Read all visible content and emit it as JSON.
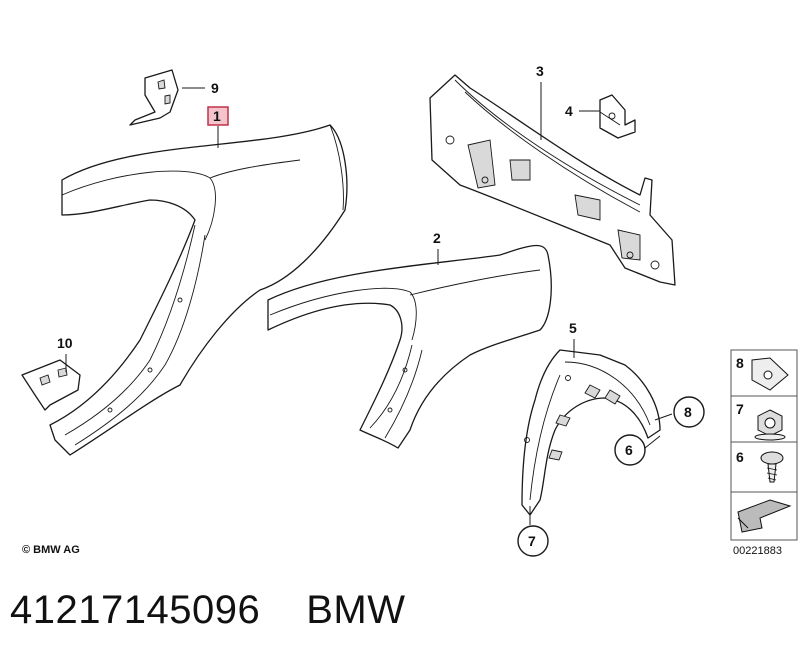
{
  "callouts": {
    "c1": "1",
    "c2": "2",
    "c3": "3",
    "c4": "4",
    "c5": "5",
    "c6": "6",
    "c7": "7",
    "c8": "8",
    "c9": "9",
    "c10": "10"
  },
  "legend": {
    "items": [
      {
        "number": "8",
        "icon": "clip-nut-icon"
      },
      {
        "number": "7",
        "icon": "hex-nut-icon"
      },
      {
        "number": "6",
        "icon": "screw-icon"
      }
    ],
    "ref_number": "00221883"
  },
  "copyright": "© BMW AG",
  "part_number": "41217145096",
  "brand": "BMW",
  "colors": {
    "highlight_box": "#c0304a",
    "line": "#1a1a1a"
  }
}
